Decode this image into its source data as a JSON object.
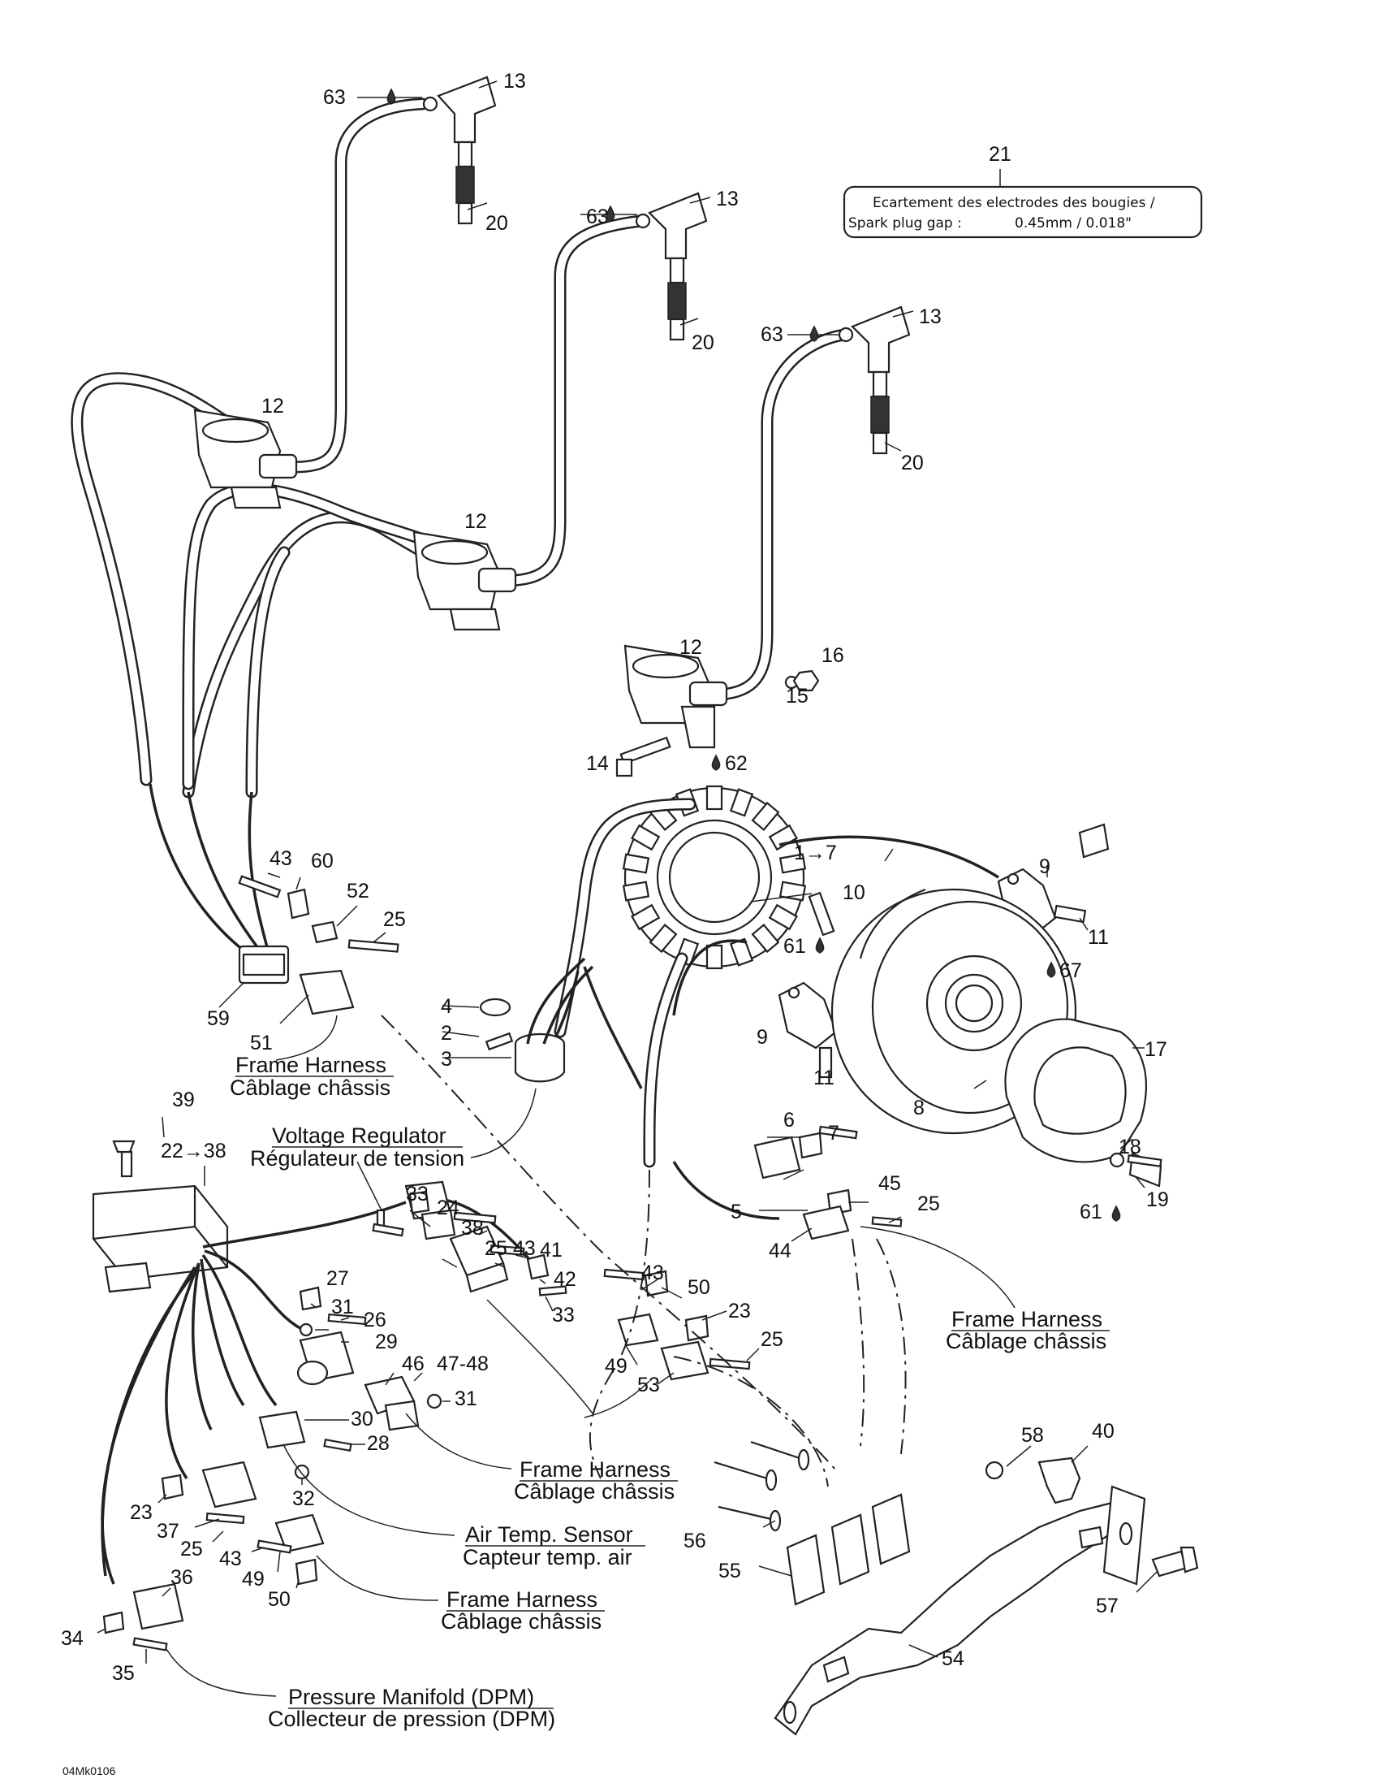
{
  "callouts": {
    "c63a": "63",
    "c13a": "13",
    "c20a": "20",
    "c63b": "63",
    "c13b": "13",
    "c20b": "20",
    "c63c": "63",
    "c13c": "13",
    "c20c": "20",
    "c21": "21",
    "c12a": "12",
    "c12b": "12",
    "c12c": "12",
    "c16": "16",
    "c15": "15",
    "c14": "14",
    "c62": "62",
    "c1to7": "1→7",
    "c10": "10",
    "c9a": "9",
    "c11a": "11",
    "c61a": "61",
    "c67": "67",
    "c43a": "43",
    "c60": "60",
    "c52": "52",
    "c25a": "25",
    "c59": "59",
    "c51": "51",
    "c4": "4",
    "c2": "2",
    "c3": "3",
    "c9b": "9",
    "c11b": "11",
    "c17": "17",
    "c8": "8",
    "c39": "39",
    "c22to38": "22→38",
    "c6": "6",
    "c7": "7",
    "c45": "45",
    "c25b": "25",
    "c5": "5",
    "c44": "44",
    "c18": "18",
    "c61b": "61",
    "c19": "19",
    "c33a": "33",
    "c24": "24",
    "c38": "38",
    "c25c": "25",
    "c43b": "43",
    "c41": "41",
    "c27": "27",
    "c31a": "31",
    "c26": "26",
    "c29": "29",
    "c42": "42",
    "c33b": "33",
    "c43c": "43",
    "c50a": "50",
    "c23a": "23",
    "c25d": "25",
    "c49a": "49",
    "c53": "53",
    "c46": "46",
    "c4748": "47-48",
    "c31b": "31",
    "c30": "30",
    "c28": "28",
    "c32": "32",
    "c23b": "23",
    "c37": "37",
    "c25e": "25",
    "c43d": "43",
    "c49b": "49",
    "c50b": "50",
    "c36": "36",
    "c34": "34",
    "c35": "35",
    "c58": "58",
    "c40": "40",
    "c56": "56",
    "c55": "55",
    "c57": "57",
    "c54": "54"
  },
  "note": {
    "line1": "Ecartement des electrodes des bougies /",
    "line2_label": "Spark plug gap :",
    "line2_value": "0.45mm / 0.018\""
  },
  "captions": {
    "frame_harness_1_en": "Frame Harness",
    "frame_harness_1_fr": "Câblage châssis",
    "voltage_regulator_en": "Voltage Regulator",
    "voltage_regulator_fr": "Régulateur de tension",
    "frame_harness_2_en": "Frame Harness",
    "frame_harness_2_fr": "Câblage châssis",
    "frame_harness_3_en": "Frame Harness",
    "frame_harness_3_fr": "Câblage châssis",
    "air_temp_en": "Air Temp. Sensor",
    "air_temp_fr": "Capteur temp. air",
    "frame_harness_4_en": "Frame Harness",
    "frame_harness_4_fr": "Câblage châssis",
    "dpm_en": "Pressure Manifold (DPM)",
    "dpm_fr": "Collecteur de pression (DPM)"
  },
  "footer": "04Mk0106"
}
